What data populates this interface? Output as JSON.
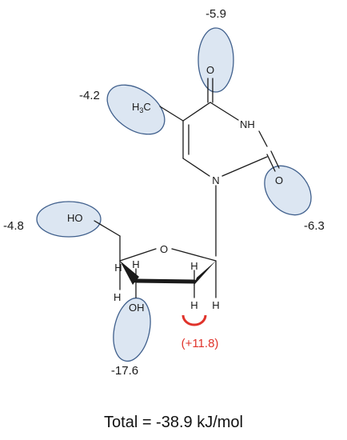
{
  "molecule": {
    "atoms": {
      "carbonyl_top_o": "O",
      "carbonyl_right_o": "O",
      "nh": "NH",
      "n1": "N",
      "methyl_h": "H",
      "methyl_sub": "3",
      "methyl_c": "C",
      "ring_o": "O",
      "hydroxymethyl": "HO",
      "hydroxyl": "OH",
      "h_c1": "H",
      "h_c4": "H",
      "h_c4_down": "H",
      "h_c3": "H",
      "h_c2_up": "H",
      "h_c2_down": "H"
    }
  },
  "energies": {
    "carbonyl_top": "-5.9",
    "methyl": "-4.2",
    "carbonyl_right": "-6.3",
    "hydroxymethyl": "-4.8",
    "hydroxyl": "-17.6",
    "c2_hydrogen": "(+11.8)"
  },
  "total": "Total = -38.9 kJ/mol",
  "colors": {
    "ellipse_fill": "#dce6f2",
    "ellipse_stroke": "#3f5f8c",
    "positive_arc": "#e0332b",
    "positive_text": "#e0332b"
  }
}
